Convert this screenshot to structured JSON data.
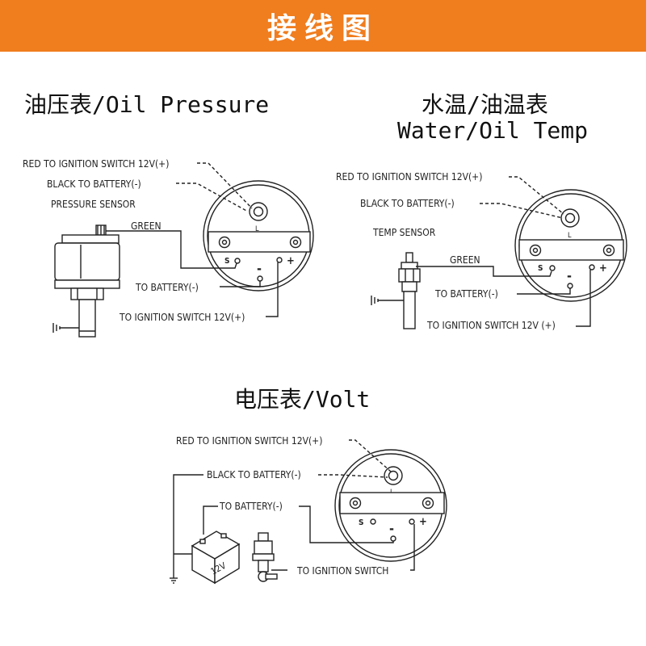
{
  "banner": {
    "title": "接线图",
    "color": "#f07d1e"
  },
  "oil_pressure": {
    "title": "油压表/Oil Pressure",
    "red_label": "RED TO IGNITION SWITCH 12V(+)",
    "black_label": "BLACK TO BATTERY(-)",
    "sensor_label": "PRESSURE SENSOR",
    "green_label": "GREEN",
    "battery_label": "TO BATTERY(-)",
    "ignition_label": "TO IGNITION SWITCH 12V(+)",
    "gauge": {
      "lamp": "L",
      "term_s": "S",
      "term_minus": "-",
      "term_plus": "+"
    }
  },
  "water_temp": {
    "title_1": "水温/油温表",
    "title_2": "Water/Oil Temp",
    "red_label": "RED TO IGNITION SWITCH 12V(+)",
    "black_label": "BLACK TO BATTERY(-)",
    "sensor_label": "TEMP SENSOR",
    "green_label": "GREEN",
    "battery_label": "TO BATTERY(-)",
    "ignition_label": "TO IGNITION SWITCH 12V (+)",
    "gauge": {
      "lamp": "L",
      "term_s": "S",
      "term_minus": "-",
      "term_plus": "+"
    }
  },
  "volt": {
    "title": "电压表/Volt",
    "red_label": "RED TO IGNITION SWITCH 12V(+)",
    "black_label": "BLACK TO BATTERY(-)",
    "battery_label": "TO BATTERY(-)",
    "ignition_label": "TO IGNITION SWITCH",
    "battery_text": "12V",
    "gauge": {
      "lamp": "L",
      "term_s": "S",
      "term_minus": "-",
      "term_plus": "+"
    }
  }
}
